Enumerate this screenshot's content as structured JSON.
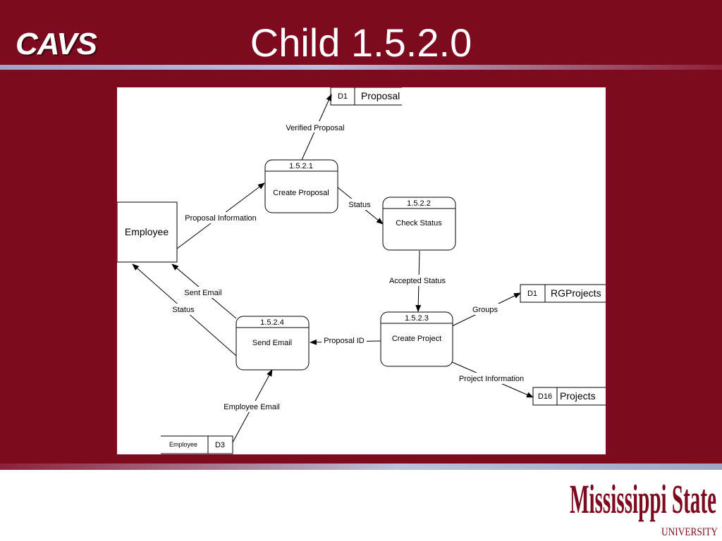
{
  "header": {
    "logo_text": "CAVS",
    "title": "Child 1.5.2.0"
  },
  "footer": {
    "logo_name": "Mississippi State",
    "logo_sub": "UNIVERSITY"
  },
  "diagram": {
    "external_entity": "Employee",
    "processes": [
      {
        "id": "1.5.2.1",
        "name": "Create Proposal"
      },
      {
        "id": "1.5.2.2",
        "name": "Check Status"
      },
      {
        "id": "1.5.2.3",
        "name": "Create Project"
      },
      {
        "id": "1.5.2.4",
        "name": "Send Email"
      }
    ],
    "stores": [
      {
        "id": "D1",
        "name": "Proposal"
      },
      {
        "id": "D1",
        "name": "RGProjects"
      },
      {
        "id": "D16",
        "name": "Projects"
      },
      {
        "id": "D3",
        "name": "Employee"
      }
    ],
    "flows": [
      "Verified Proposal",
      "Proposal Information",
      "Status",
      "Accepted Status",
      "Groups",
      "Project Information",
      "Proposal ID",
      "Sent Email",
      "Status",
      "Employee Email"
    ]
  }
}
